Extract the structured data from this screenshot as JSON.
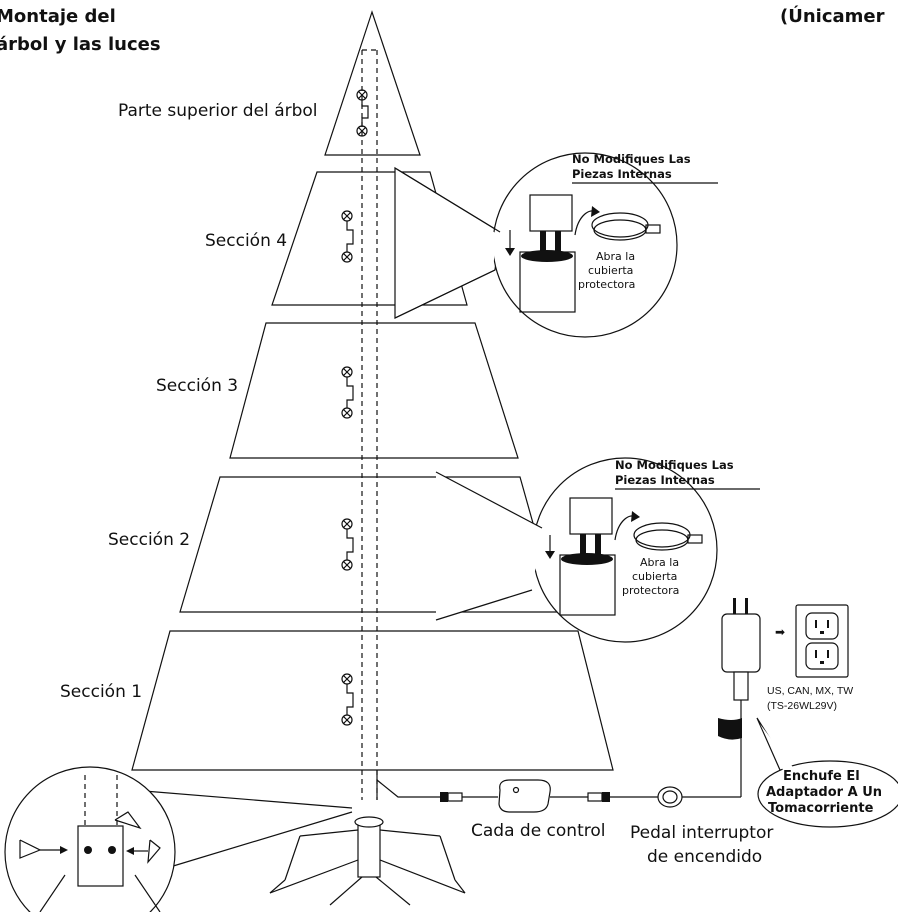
{
  "header": {
    "title_line1": "Montaje del",
    "title_line2": "árbol y las luces",
    "top_right": "(Únicamer"
  },
  "sections": {
    "top": "Parte superior del árbol",
    "s4": "Sección 4",
    "s3": "Sección 3",
    "s2": "Sección 2",
    "s1": "Sección 1"
  },
  "callouts": {
    "warning_line1": "No Modifiques Las",
    "warning_line2": "Piezas Internas",
    "cover_line1": "Abra la",
    "cover_line2": "cubierta",
    "cover_line3": "protectora"
  },
  "adapter": {
    "regions": "US, CAN, MX, TW",
    "model": "(TS-26WL29V)",
    "plug_line1": "Enchufe El",
    "plug_line2": "Adaptador A Un",
    "plug_line3": "Tomacorriente"
  },
  "controls": {
    "control_box": "Cada de control",
    "pedal_line1": "Pedal interruptor",
    "pedal_line2": "de encendido"
  }
}
